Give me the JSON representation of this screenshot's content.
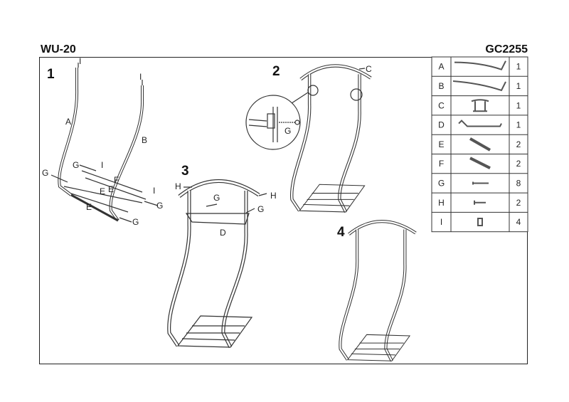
{
  "header": {
    "model": "WU-20",
    "code": "GC2255"
  },
  "steps": [
    "1",
    "2",
    "3",
    "4"
  ],
  "step1_labels": {
    "a": "A",
    "b": "B",
    "i1": "I",
    "i2": "I",
    "i3": "I",
    "i4": "I",
    "g1": "G",
    "g2": "G",
    "g3": "G",
    "g4": "G",
    "e1": "E",
    "e2": "E",
    "e3": "E",
    "f": "F"
  },
  "step2_labels": {
    "c": "C",
    "g": "G"
  },
  "step3_labels": {
    "h1": "H",
    "h2": "H",
    "g1": "G",
    "g2": "G",
    "d": "D"
  },
  "parts": [
    {
      "letter": "A",
      "icon": "curved-tube-a",
      "qty": "1"
    },
    {
      "letter": "B",
      "icon": "curved-tube-b",
      "qty": "1"
    },
    {
      "letter": "C",
      "icon": "hanger-top-c",
      "qty": "1"
    },
    {
      "letter": "D",
      "icon": "bar-d",
      "qty": "1"
    },
    {
      "letter": "E",
      "icon": "rod-e",
      "qty": "2"
    },
    {
      "letter": "F",
      "icon": "rod-f",
      "qty": "2"
    },
    {
      "letter": "G",
      "icon": "screw-g",
      "qty": "8"
    },
    {
      "letter": "H",
      "icon": "cap-screw-h",
      "qty": "2"
    },
    {
      "letter": "I",
      "icon": "nut-i",
      "qty": "4"
    }
  ]
}
